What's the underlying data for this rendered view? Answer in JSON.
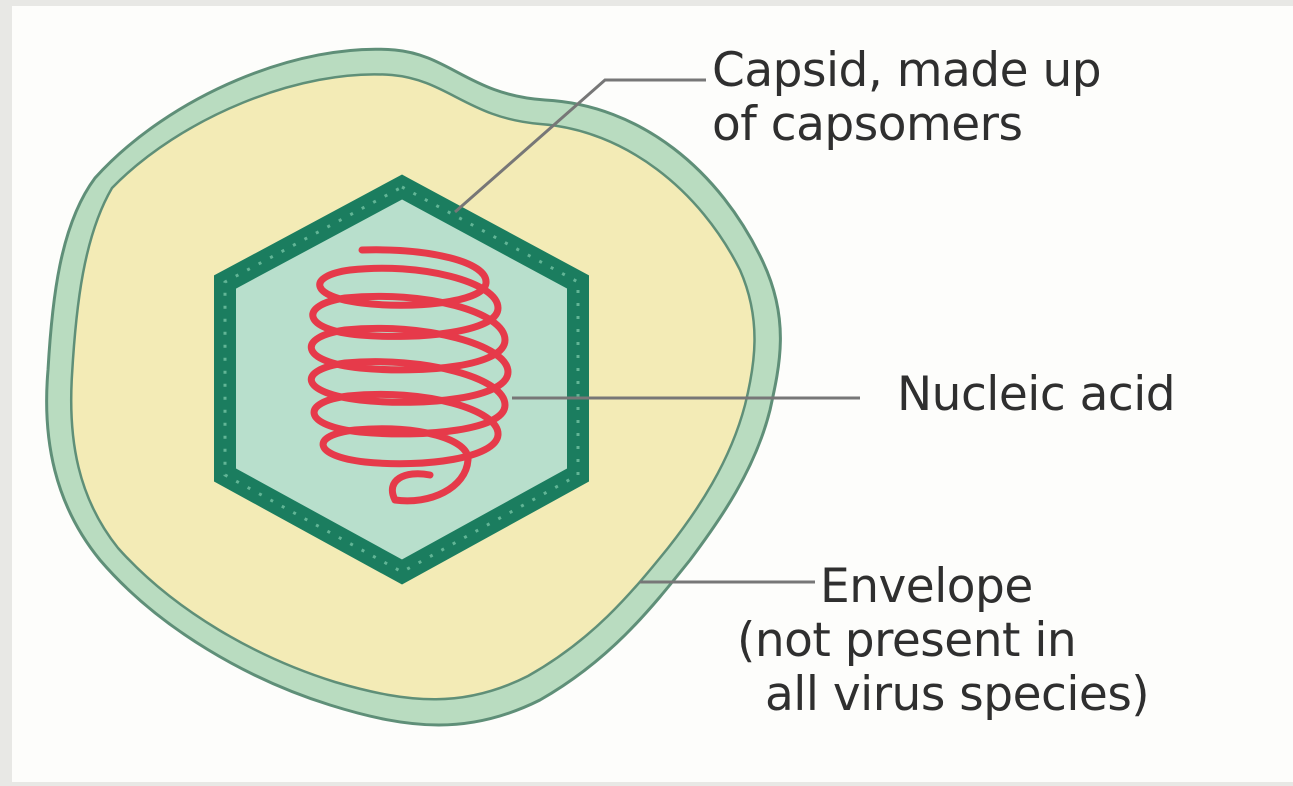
{
  "labels": {
    "capsid": [
      "Capsid, made up",
      "of capsomers"
    ],
    "nucleic_acid": "Nucleic acid",
    "envelope": [
      "Envelope",
      "(not present in",
      "all virus species)"
    ]
  },
  "colors": {
    "background": "#fdfdfb",
    "envelope_fill": "#f3ebb6",
    "envelope_membrane": "#b9dcc0",
    "envelope_outline": "#5f8f78",
    "capsid_shell": "#1b7d5f",
    "capsid_dots": "#62b596",
    "capsid_interior": "#b8dfcc",
    "nucleic_acid": "#e63a4a",
    "leader_lines": "#777777",
    "text": "#2f2f2f"
  }
}
